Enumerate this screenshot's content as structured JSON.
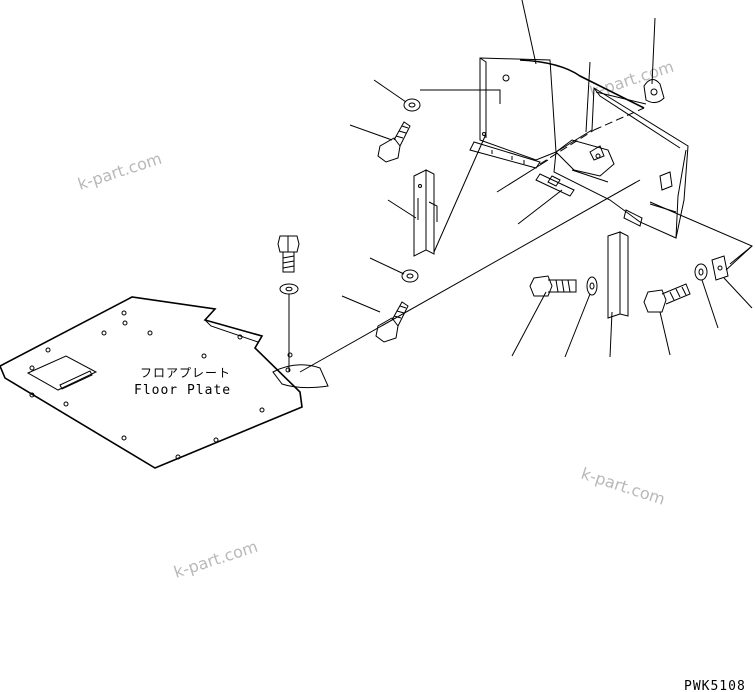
{
  "labels": {
    "part_name_jp": "フロアプレート",
    "part_name_en": "Floor Plate",
    "drawing_code": "PWK5108"
  },
  "watermarks": [
    "k-part.com",
    "k-part.com",
    "k-part.com",
    "k-part.com"
  ]
}
